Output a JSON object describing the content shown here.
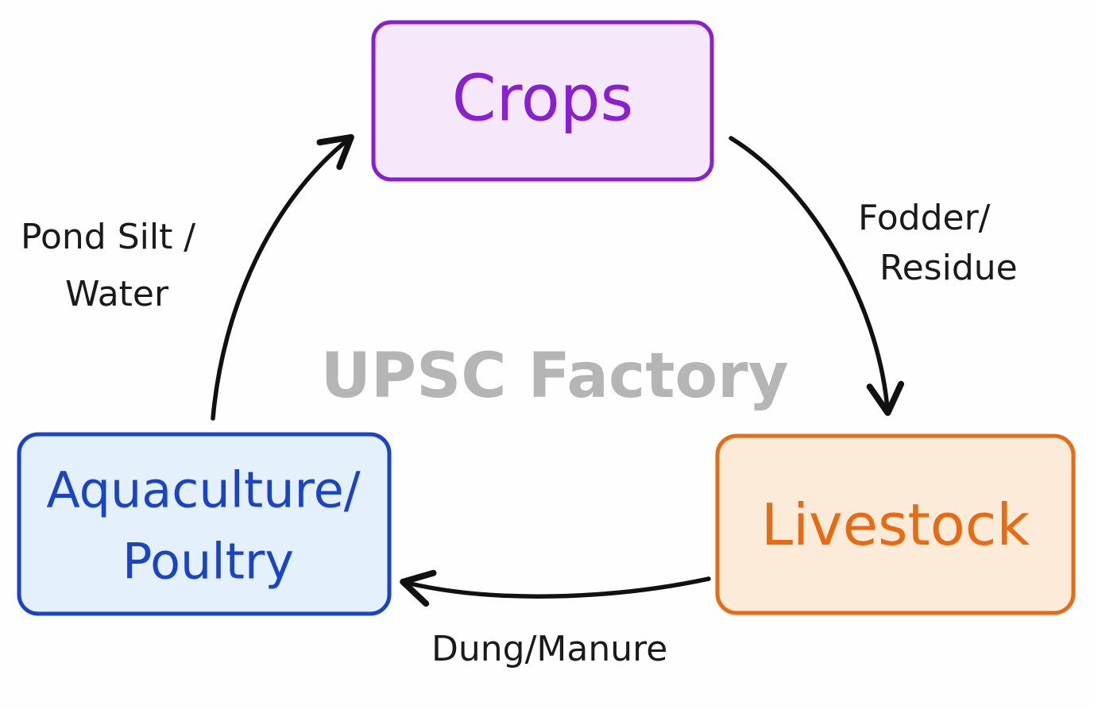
{
  "nodes": {
    "crops": {
      "label": "Crops",
      "stroke": "#8a1fd1",
      "fill": "#f6e8fb",
      "text_color": "#8a1fd1"
    },
    "livestock": {
      "label": "Livestock",
      "stroke": "#ea6a12",
      "fill": "#fdebd9",
      "text_color": "#ea6a12"
    },
    "aquaculture": {
      "label_line1": "Aquaculture/",
      "label_line2": "Poultry",
      "stroke": "#1a44c8",
      "fill": "#e4f1fc",
      "text_color": "#1a44c8"
    }
  },
  "edges": {
    "crops_to_livestock": {
      "label_line1": "Fodder/",
      "label_line2": "Residue"
    },
    "livestock_to_aquaculture": {
      "label": "Dung/Manure"
    },
    "aquaculture_to_crops": {
      "label_line1": "Pond Silt /",
      "label_line2": "Water"
    }
  },
  "watermark": "UPSC Factory",
  "colors": {
    "arrow": "#111111",
    "background": "#fefefe"
  }
}
